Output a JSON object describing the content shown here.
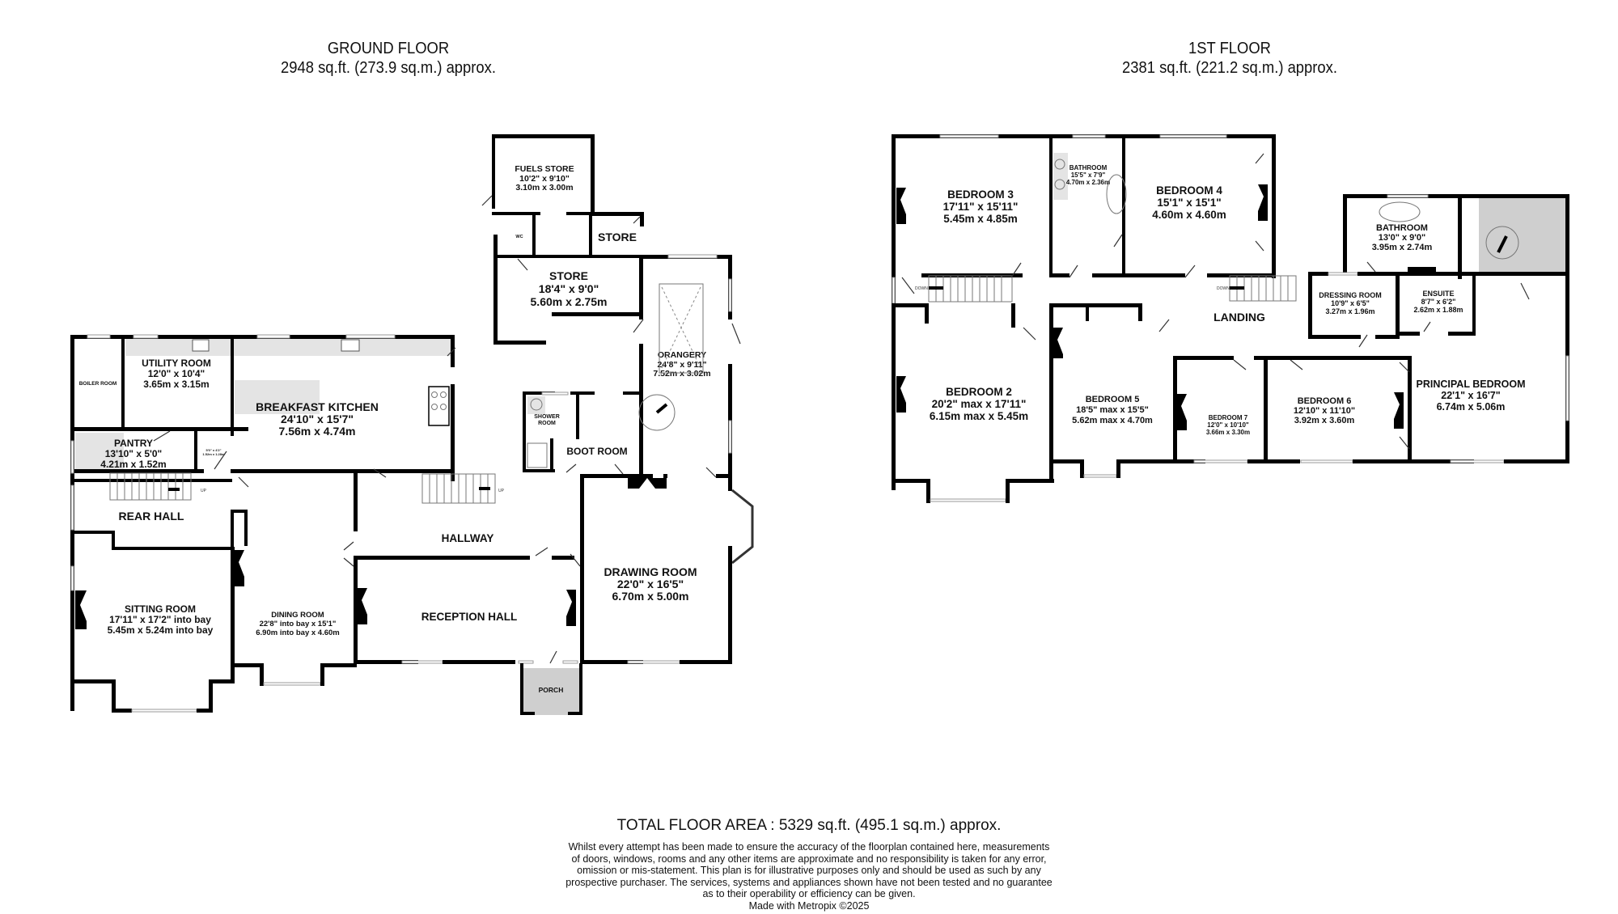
{
  "ground_floor": {
    "title": "GROUND FLOOR",
    "area": "2948 sq.ft. (273.9 sq.m.) approx.",
    "rooms": {
      "fuels_store": {
        "name": "FUELS STORE",
        "imperial": "10'2\"  x 9'10\"",
        "metric": "3.10m  x 3.00m"
      },
      "wc": {
        "name": "WC"
      },
      "store_small": {
        "name": "STORE"
      },
      "store": {
        "name": "STORE",
        "imperial": "18'4\"  x 9'0\"",
        "metric": "5.60m  x 2.75m"
      },
      "orangery": {
        "name": "ORANGERY",
        "imperial": "24'8\"  x 9'11\"",
        "metric": "7.52m  x 3.02m"
      },
      "boiler_room": {
        "name": "BOILER ROOM"
      },
      "utility_room": {
        "name": "UTILITY ROOM",
        "imperial": "12'0\"  x 10'4\"",
        "metric": "3.65m  x 3.15m"
      },
      "breakfast_kitchen": {
        "name": "BREAKFAST KITCHEN",
        "imperial": "24'10\"  x 15'7\"",
        "metric": "7.56m  x 4.74m"
      },
      "pantry": {
        "name": "PANTRY",
        "imperial": "13'10\"  x 5'0\"",
        "metric": "4.21m  x 1.52m"
      },
      "lobby": {
        "imperial": "5'0\" x 4'2\"",
        "metric": "1.52m x 1.28m"
      },
      "shower_room": {
        "name": "SHOWER ROOM",
        "line1": "SHOWER",
        "line2": "ROOM"
      },
      "boot_room": {
        "name": "BOOT ROOM"
      },
      "rear_hall": {
        "name": "REAR HALL"
      },
      "hallway": {
        "name": "HALLWAY"
      },
      "sitting_room": {
        "name": "SITTING ROOM",
        "imperial": "17'11\"  x 17'2\" into bay",
        "metric": "5.45m  x 5.24m into bay"
      },
      "dining_room": {
        "name": "DINING ROOM",
        "imperial": "22'8\" into bay x 15'1\"",
        "metric": "6.90m into bay x 4.60m"
      },
      "reception_hall": {
        "name": "RECEPTION HALL"
      },
      "drawing_room": {
        "name": "DRAWING ROOM",
        "imperial": "22'0\"  x 16'5\"",
        "metric": "6.70m  x 5.00m"
      },
      "porch": {
        "name": "PORCH"
      }
    },
    "stair_labels": {
      "up": "UP"
    }
  },
  "first_floor": {
    "title": "1ST FLOOR",
    "area": "2381 sq.ft. (221.2 sq.m.) approx.",
    "rooms": {
      "bedroom_3": {
        "name": "BEDROOM 3",
        "imperial": "17'11\"  x 15'11\"",
        "metric": "5.45m  x 4.85m"
      },
      "bathroom_1": {
        "name": "BATHROOM",
        "imperial": "15'5\"  x 7'9\"",
        "metric": "4.70m  x 2.36m"
      },
      "bedroom_4": {
        "name": "BEDROOM 4",
        "imperial": "15'1\"  x 15'1\"",
        "metric": "4.60m  x 4.60m"
      },
      "bathroom_2": {
        "name": "BATHROOM",
        "imperial": "13'0\"  x 9'0\"",
        "metric": "3.95m  x 2.74m"
      },
      "landing": {
        "name": "LANDING"
      },
      "dressing_room": {
        "name": "DRESSING ROOM",
        "imperial": "10'9\"  x 6'5\"",
        "metric": "3.27m  x 1.96m"
      },
      "ensuite": {
        "name": "ENSUITE",
        "imperial": "8'7\"  x 6'2\"",
        "metric": "2.62m  x 1.88m"
      },
      "bedroom_2": {
        "name": "BEDROOM 2",
        "imperial": "20'2\" max x 17'11\"",
        "metric": "6.15m max x 5.45m"
      },
      "bedroom_5": {
        "name": "BEDROOM 5",
        "imperial": "18'5\" max x 15'5\"",
        "metric": "5.62m max x 4.70m"
      },
      "bedroom_7": {
        "name": "BEDROOM 7",
        "imperial": "12'0\"  x 10'10\"",
        "metric": "3.66m  x 3.30m"
      },
      "bedroom_6": {
        "name": "BEDROOM 6",
        "imperial": "12'10\"  x 11'10\"",
        "metric": "3.92m  x 3.60m"
      },
      "principal_bedroom": {
        "name": "PRINCIPAL BEDROOM",
        "imperial": "22'1\"  x 16'7\"",
        "metric": "6.74m  x 5.06m"
      }
    },
    "stair_labels": {
      "down": "DOWN"
    }
  },
  "footer": {
    "total_area": "TOTAL FLOOR AREA : 5329 sq.ft. (495.1 sq.m.) approx.",
    "disclaimer_lines": [
      "Whilst every attempt has been made to ensure the accuracy of the floorplan contained here, measurements",
      "of doors, windows, rooms and any other items are approximate and no responsibility is taken for any error,",
      "omission or mis-statement. This plan is for illustrative purposes only and should be used as such by any",
      "prospective purchaser. The services, systems and appliances shown have not been tested and no guarantee",
      "as to their operability or efficiency can be given."
    ],
    "credit": "Made with Metropix ©2025"
  },
  "colors": {
    "wall": "#000000",
    "shade": "#cfcfcf",
    "worktop": "#e4e4e4"
  }
}
